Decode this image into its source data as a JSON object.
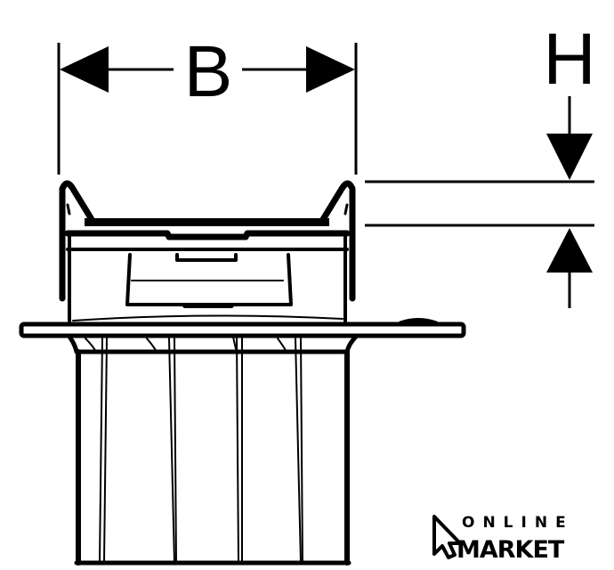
{
  "dimensions": {
    "width_label": "B",
    "height_label": "H"
  },
  "watermark": {
    "line1": "ONLINE",
    "line2": "MARKET"
  },
  "colors": {
    "ink": "#000000",
    "background": "#ffffff"
  }
}
